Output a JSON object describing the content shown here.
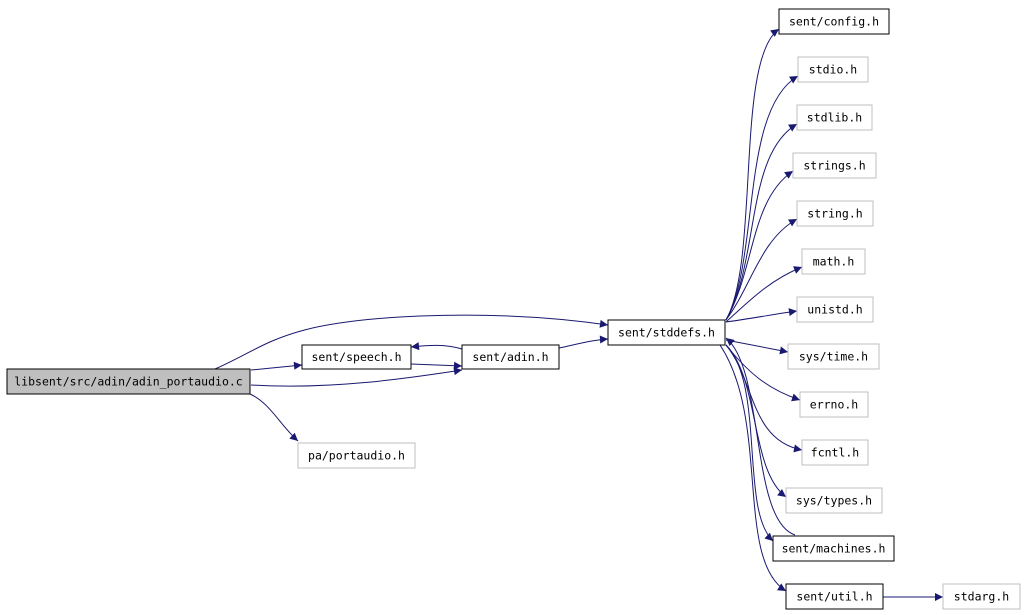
{
  "graph": {
    "edge_color": "#191970",
    "nodes": {
      "root": {
        "label": "libsent/src/adin/adin_portaudio.c",
        "fill": "#bfbfbf",
        "border": "#000000"
      },
      "speech": {
        "label": "sent/speech.h",
        "fill": "#ffffff",
        "border": "#000000"
      },
      "adin": {
        "label": "sent/adin.h",
        "fill": "#ffffff",
        "border": "#000000"
      },
      "portaudio": {
        "label": "pa/portaudio.h",
        "fill": "#ffffff",
        "border": "#bfbfbf"
      },
      "stddefs": {
        "label": "sent/stddefs.h",
        "fill": "#ffffff",
        "border": "#000000"
      },
      "config": {
        "label": "sent/config.h",
        "fill": "#ffffff",
        "border": "#000000"
      },
      "stdio": {
        "label": "stdio.h",
        "fill": "#ffffff",
        "border": "#bfbfbf"
      },
      "stdlib": {
        "label": "stdlib.h",
        "fill": "#ffffff",
        "border": "#bfbfbf"
      },
      "strings": {
        "label": "strings.h",
        "fill": "#ffffff",
        "border": "#bfbfbf"
      },
      "string": {
        "label": "string.h",
        "fill": "#ffffff",
        "border": "#bfbfbf"
      },
      "math": {
        "label": "math.h",
        "fill": "#ffffff",
        "border": "#bfbfbf"
      },
      "unistd": {
        "label": "unistd.h",
        "fill": "#ffffff",
        "border": "#bfbfbf"
      },
      "systime": {
        "label": "sys/time.h",
        "fill": "#ffffff",
        "border": "#bfbfbf"
      },
      "errno": {
        "label": "errno.h",
        "fill": "#ffffff",
        "border": "#bfbfbf"
      },
      "fcntl": {
        "label": "fcntl.h",
        "fill": "#ffffff",
        "border": "#bfbfbf"
      },
      "systypes": {
        "label": "sys/types.h",
        "fill": "#ffffff",
        "border": "#bfbfbf"
      },
      "machines": {
        "label": "sent/machines.h",
        "fill": "#ffffff",
        "border": "#000000"
      },
      "util": {
        "label": "sent/util.h",
        "fill": "#ffffff",
        "border": "#000000"
      },
      "stdarg": {
        "label": "stdarg.h",
        "fill": "#ffffff",
        "border": "#bfbfbf"
      }
    },
    "edges": [
      [
        "root",
        "speech"
      ],
      [
        "root",
        "adin"
      ],
      [
        "root",
        "portaudio"
      ],
      [
        "root",
        "stddefs"
      ],
      [
        "speech",
        "adin"
      ],
      [
        "adin",
        "speech"
      ],
      [
        "adin",
        "stddefs"
      ],
      [
        "stddefs",
        "config"
      ],
      [
        "stddefs",
        "stdio"
      ],
      [
        "stddefs",
        "stdlib"
      ],
      [
        "stddefs",
        "strings"
      ],
      [
        "stddefs",
        "string"
      ],
      [
        "stddefs",
        "math"
      ],
      [
        "stddefs",
        "unistd"
      ],
      [
        "stddefs",
        "systime"
      ],
      [
        "stddefs",
        "errno"
      ],
      [
        "stddefs",
        "fcntl"
      ],
      [
        "stddefs",
        "systypes"
      ],
      [
        "stddefs",
        "machines"
      ],
      [
        "stddefs",
        "util"
      ],
      [
        "machines",
        "stddefs"
      ],
      [
        "util",
        "stdarg"
      ]
    ]
  }
}
